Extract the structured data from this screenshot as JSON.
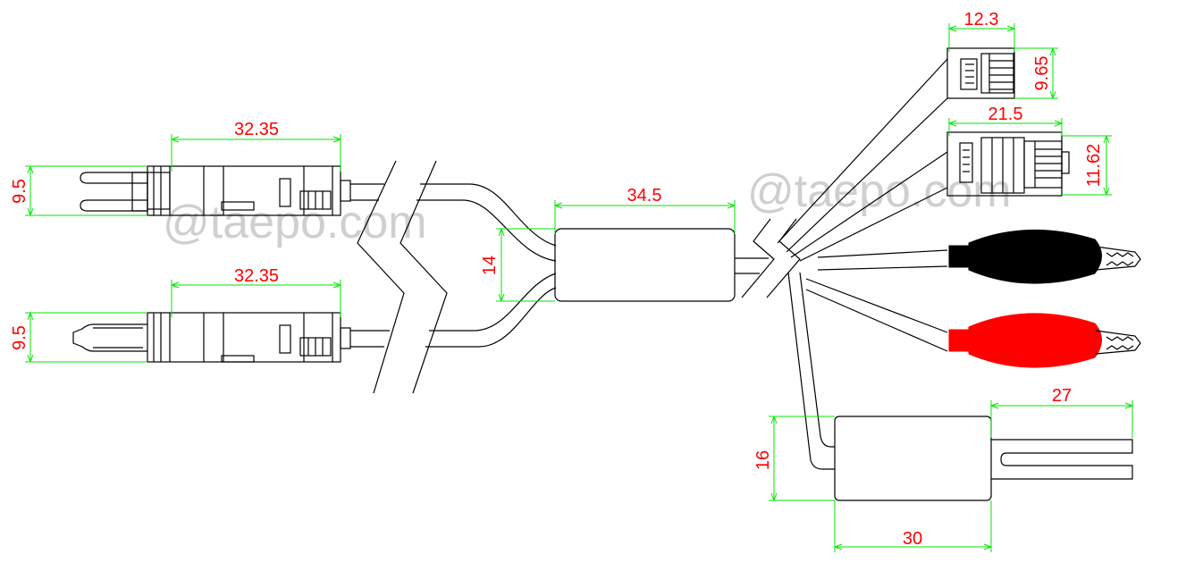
{
  "watermarks": [
    "@taepo.com",
    "@taepo.com"
  ],
  "dimensions": {
    "plug1_length": "32.35",
    "plug1_height": "9.5",
    "plug2_length": "32.35",
    "plug2_height": "9.5",
    "splitter_length": "34.5",
    "splitter_height": "14",
    "rj11_width": "12.3",
    "rj11_height": "9.65",
    "rj45_width": "21.5",
    "rj45_height": "11.62",
    "plug3_prong_length": "27",
    "plug3_height": "16",
    "plug3_body_length": "30"
  },
  "colors": {
    "dimension_line": "#00e600",
    "dimension_text": "#ff0000",
    "outline": "#000000",
    "clip_black": "#000000",
    "clip_red": "#ff0000",
    "watermark": "#cfcfcf"
  }
}
